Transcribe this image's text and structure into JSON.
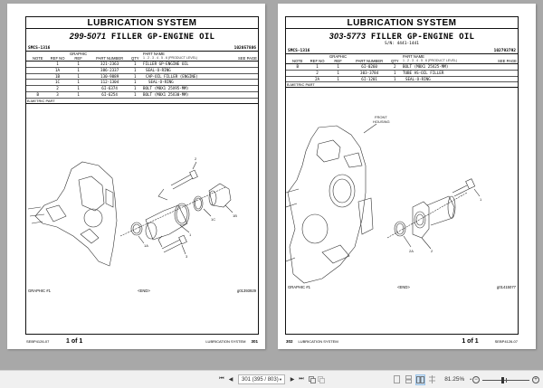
{
  "viewer": {
    "pages": [
      {
        "side": "left",
        "section_title": "LUBRICATION SYSTEM",
        "assembly_part_number": "299-5071",
        "assembly_name": "FILLER GP-ENGINE OIL",
        "serial_range": "",
        "smcs": "SMCS-1316",
        "doc_id": "102057886",
        "columns": [
          "NOTE",
          "REF NO",
          "GRAPHIC REF",
          "PART NUMBER",
          "QTY",
          "PART NAME",
          "SEE PAGE"
        ],
        "part_name_sub": "1 . 2 . 3 . 4 . 5 . 6 (PRODUCT LEVEL)",
        "rows": [
          {
            "note": "",
            "ref": "1",
            "graphic": "1",
            "part_number": "321-2363",
            "qty": "1",
            "part_name": "FILLER GP-ENGINE OIL",
            "see_page": ""
          },
          {
            "note": "",
            "ref": "1A",
            "graphic": "1",
            "part_number": "386-2337",
            "qty": "1",
            "part_name": "  SEAL-O-RING",
            "see_page": ""
          },
          {
            "note": "",
            "ref": "1B",
            "graphic": "1",
            "part_number": "130-9889",
            "qty": "1",
            "part_name": "  CAP-OIL FILLER (ENGINE)",
            "see_page": ""
          },
          {
            "note": "",
            "ref": "1C",
            "graphic": "1",
            "part_number": "112-1304",
            "qty": "1",
            "part_name": "    SEAL-O-RING",
            "see_page": ""
          },
          {
            "note": "",
            "ref": "2",
            "graphic": "1",
            "part_number": "6I-6374",
            "qty": "1",
            "part_name": "BOLT (M8X1 25X95-MM)",
            "see_page": ""
          },
          {
            "note": "B",
            "ref": "3",
            "graphic": "1",
            "part_number": "6I-6254",
            "qty": "1",
            "part_name": "BOLT (M8X1 25X30-MM)",
            "see_page": ""
          }
        ],
        "metric_note": "B-METRIC PART",
        "callouts": [
          "2",
          "1C",
          "1B",
          "1",
          "1A",
          "3"
        ],
        "graphic_label": "GRAPHIC #1",
        "end_label": "<END>",
        "graphic_id": "g01393929",
        "footer_doc": "SEBP4126-07",
        "footer_pages": "1 of 1",
        "footer_section": "LUBRICATION SYSTEM",
        "footer_page_number": "301"
      },
      {
        "side": "right",
        "section_title": "LUBRICATION SYSTEM",
        "assembly_part_number": "303-5773",
        "assembly_name": "FILLER GP-ENGINE OIL",
        "serial_range": "S/N: 4441-1441",
        "smcs": "SMCS-1316",
        "doc_id": "102793792",
        "columns": [
          "NOTE",
          "REF NO",
          "GRAPHIC REF",
          "PART NUMBER",
          "QTY",
          "PART NAME",
          "SEE PAGE"
        ],
        "part_name_sub": "1 . 2 . 3 . 4 . 5 . 6 (PRODUCT LEVEL)",
        "rows": [
          {
            "note": "B",
            "ref": "1",
            "graphic": "1",
            "part_number": "6I-0260",
            "qty": "2",
            "part_name": "BOLT (M8X1 25X25-MM)",
            "see_page": ""
          },
          {
            "note": "",
            "ref": "2",
            "graphic": "1",
            "part_number": "303-3784",
            "qty": "1",
            "part_name": "TUBE AS-OIL FILLER",
            "see_page": ""
          },
          {
            "note": "",
            "ref": "2A",
            "graphic": "1",
            "part_number": "6I-1201",
            "qty": "1",
            "part_name": "  SEAL-O-RING",
            "see_page": ""
          }
        ],
        "metric_note": "B-METRIC PART",
        "housing_label_1": "FRONT",
        "housing_label_2": "HOUSING",
        "callouts": [
          "1",
          "2A",
          "2"
        ],
        "graphic_label": "GRAPHIC #1",
        "end_label": "<END>",
        "graphic_id": "g01415077",
        "footer_page_number": "302",
        "footer_section": "LUBRICATION SYSTEM",
        "footer_pages": "1 of 1",
        "footer_doc": "SEBP4126-07"
      }
    ]
  },
  "statusbar": {
    "first_page_icon": "first-page-icon",
    "prev_page_icon": "prev-page-icon",
    "page_field": "301 (395 / 803)",
    "next_page_icon": "next-page-icon",
    "last_page_icon": "last-page-icon",
    "zoom_level": "81.25%",
    "zoom_out": "−",
    "zoom_in": "+"
  }
}
